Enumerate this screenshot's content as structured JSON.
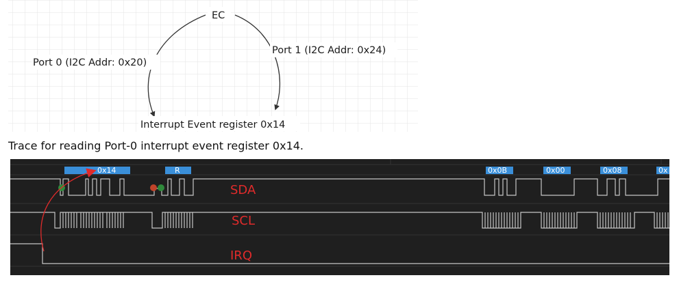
{
  "diagram": {
    "source_node": "EC",
    "target_node": "Interrupt Event register 0x14",
    "edges": [
      {
        "from": "EC",
        "to": "Interrupt Event register 0x14",
        "label": "Port 0 (I2C Addr: 0x20)"
      },
      {
        "from": "EC",
        "to": "Interrupt Event register 0x14",
        "label": "Port 1 (I2C Addr: 0x24)"
      }
    ]
  },
  "caption": "Trace for reading Port-0 interrupt event register 0x14.",
  "trace": {
    "tags": [
      "0x14",
      "R",
      "0x0B",
      "0x00",
      "0x08",
      "0x"
    ],
    "signals": [
      "SDA",
      "SCL",
      "IRQ"
    ],
    "colors": {
      "background": "#1f1f1f",
      "waveform": "#c8c8c8",
      "tag_fill": "#3a8fd9",
      "signal_label": "#e02b2b",
      "arrow": "#e02b2b",
      "marker_start": "#2f8a3b",
      "marker_stop": "#c0442a"
    }
  }
}
